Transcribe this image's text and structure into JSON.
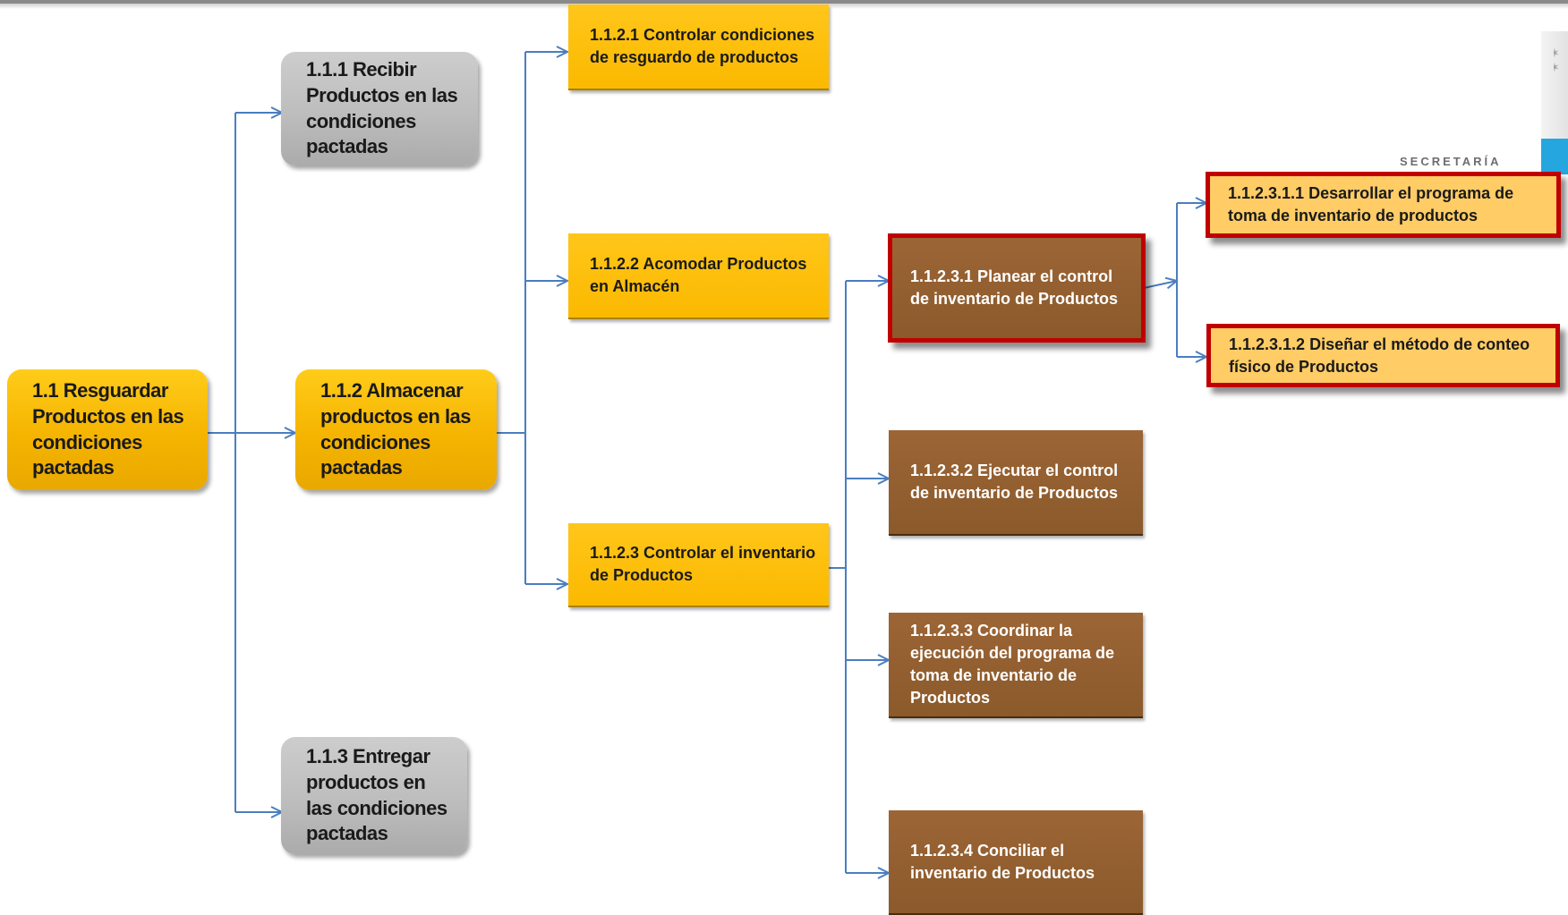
{
  "nodes": {
    "n1_1": "1.1 Resguardar Productos en las condiciones pactadas",
    "n1_1_1": "1.1.1 Recibir Productos en las condiciones pactadas",
    "n1_1_2": "1.1.2 Almacenar productos en las condiciones pactadas",
    "n1_1_3": "1.1.3 Entregar productos en las condiciones pactadas",
    "n1_1_2_1": "1.1.2.1 Controlar condiciones de resguardo de productos",
    "n1_1_2_2": "1.1.2.2 Acomodar Productos en Almacén",
    "n1_1_2_3": "1.1.2.3 Controlar el inventario de Productos",
    "n1_1_2_3_1": "1.1.2.3.1 Planear el control de inventario de Productos",
    "n1_1_2_3_2": "1.1.2.3.2 Ejecutar el control de inventario de Productos",
    "n1_1_2_3_3": "1.1.2.3.3 Coordinar la ejecución del programa de toma de inventario de Productos",
    "n1_1_2_3_4": "1.1.2.3.4 Conciliar el inventario de Productos",
    "n1_1_2_3_1_1": "1.1.2.3.1.1 Desarrollar el programa de toma de inventario de productos",
    "n1_1_2_3_1_2": "1.1.2.3.1.2 Diseñar el método de conteo físico de Productos"
  },
  "header": {
    "secretaria": "SECRETARÍA"
  },
  "colors": {
    "gold": "#fbb900",
    "gray": "#bdbdbd",
    "brown": "#8b5a2b",
    "light_gold": "#ffcc66",
    "highlight_border": "#c00000",
    "connector": "#4a7ebf",
    "teal": "#26a6df"
  }
}
